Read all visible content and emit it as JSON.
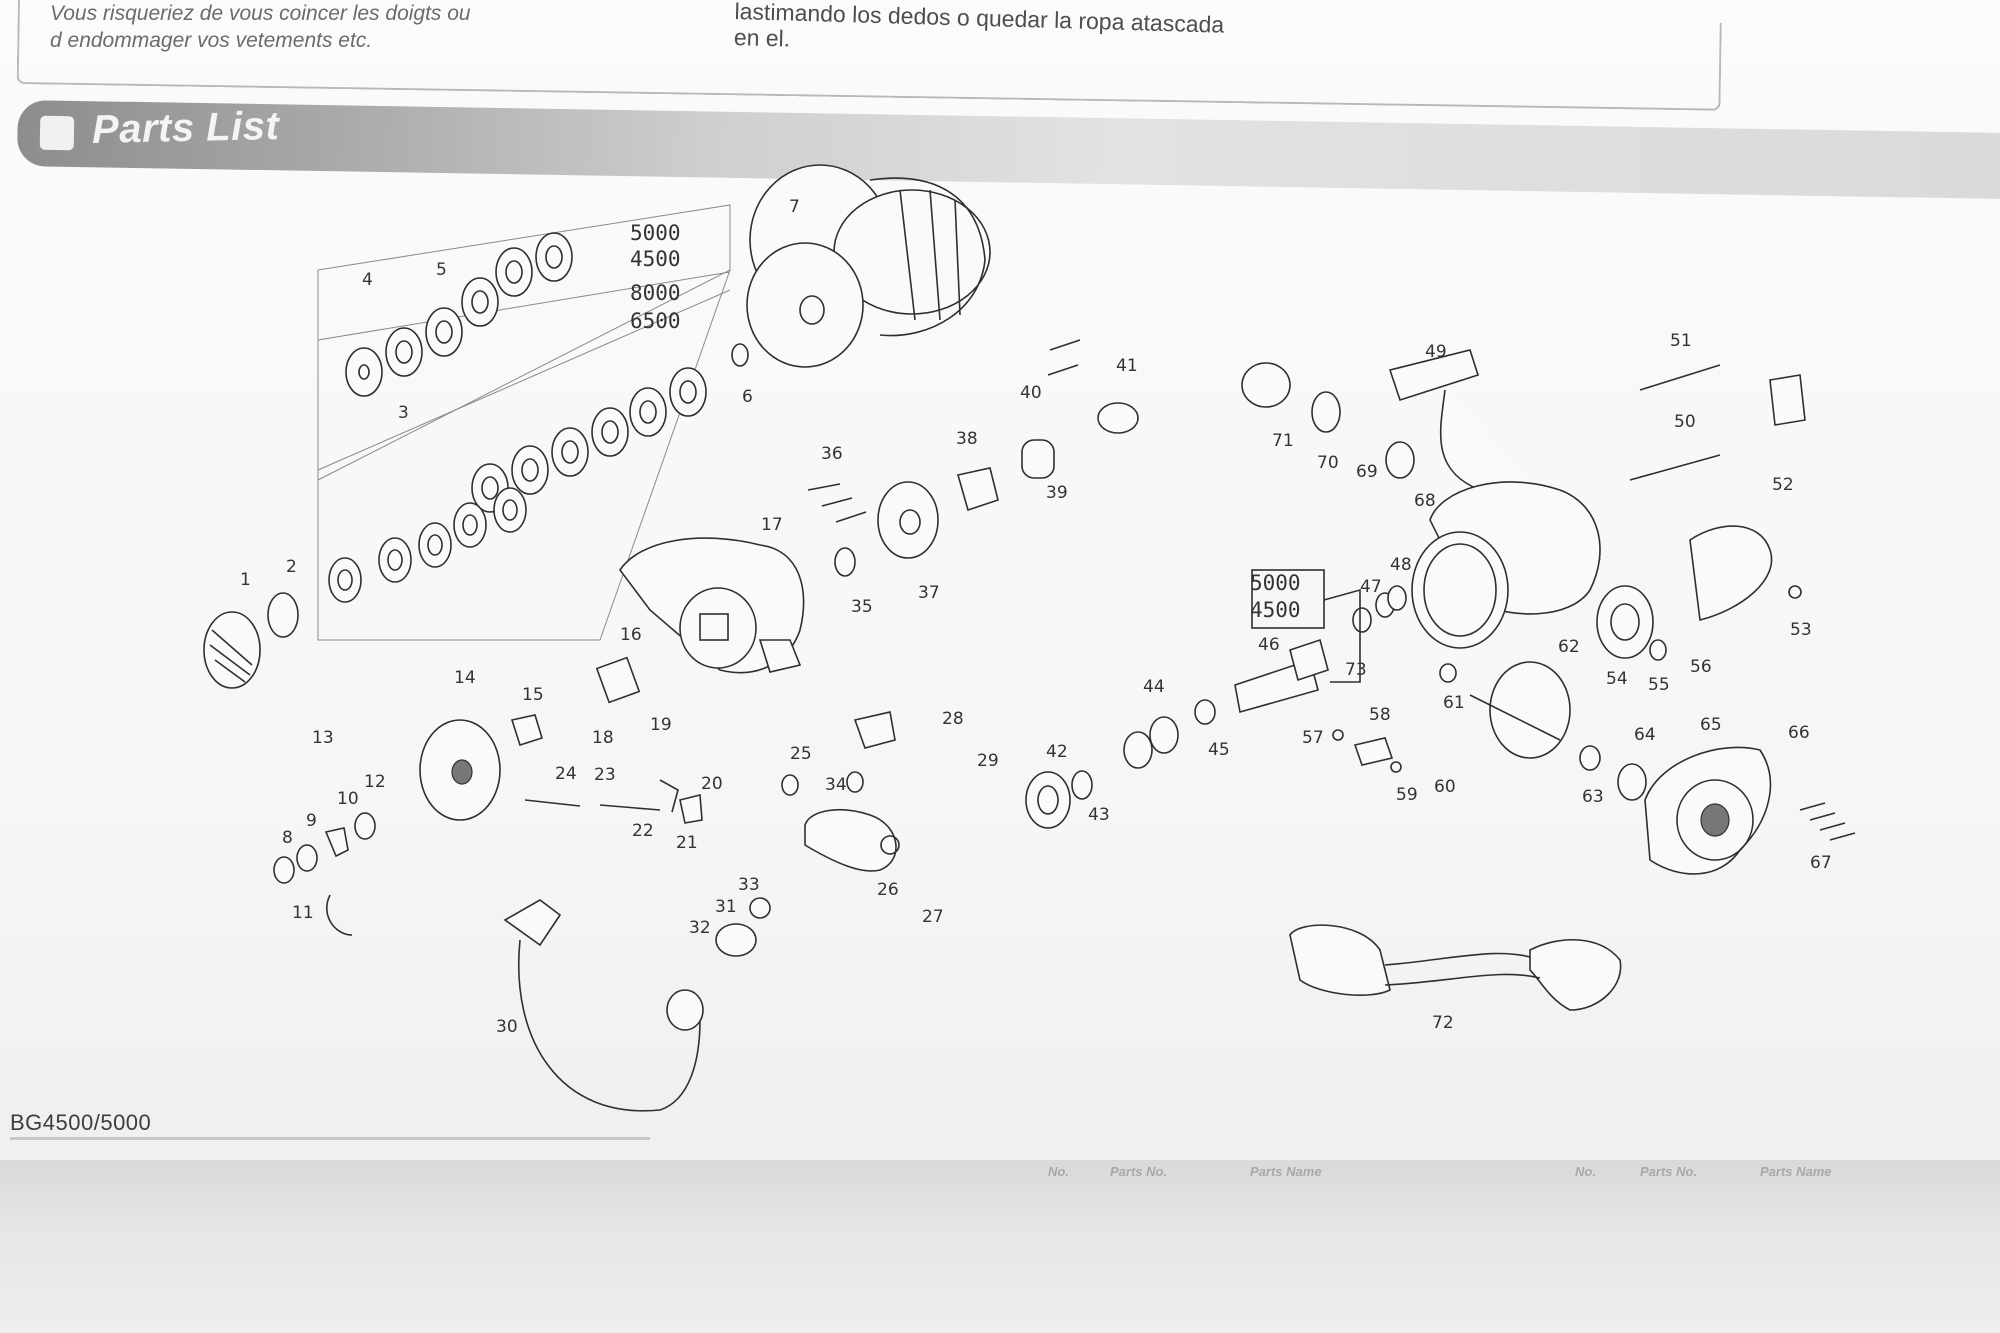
{
  "warning": {
    "fr_line1": "Vous risqueriez de vous coincer les doigts ou",
    "fr_line2": "d endommager vos vetements etc.",
    "es_line1": "lastimando los dedos o quedar la ropa atascada",
    "es_line2": "en el."
  },
  "section_title": "Parts List",
  "model": "BG4500/5000",
  "spool_sizes": {
    "top_a": "5000",
    "top_b": "4500",
    "mid_a": "8000",
    "mid_b": "6500"
  },
  "gear_sizes": {
    "a": "5000",
    "b": "4500"
  },
  "part_numbers": [
    "1",
    "2",
    "3",
    "4",
    "5",
    "6",
    "7",
    "8",
    "9",
    "10",
    "11",
    "12",
    "13",
    "14",
    "15",
    "16",
    "17",
    "18",
    "19",
    "20",
    "21",
    "22",
    "23",
    "24",
    "25",
    "26",
    "27",
    "28",
    "29",
    "30",
    "31",
    "32",
    "33",
    "34",
    "35",
    "36",
    "37",
    "38",
    "39",
    "40",
    "41",
    "42",
    "43",
    "44",
    "45",
    "46",
    "47",
    "48",
    "49",
    "50",
    "51",
    "52",
    "53",
    "54",
    "55",
    "56",
    "57",
    "58",
    "59",
    "60",
    "61",
    "62",
    "63",
    "64",
    "65",
    "66",
    "67",
    "68",
    "69",
    "70",
    "71",
    "72",
    "73"
  ],
  "table_headers": {
    "no": "No.",
    "part_no": "Parts No.",
    "part_name": "Parts Name"
  },
  "colors": {
    "band_dark": "#8d8d8d",
    "paper": "#fbfbfb",
    "ink": "#2f2f2f"
  }
}
